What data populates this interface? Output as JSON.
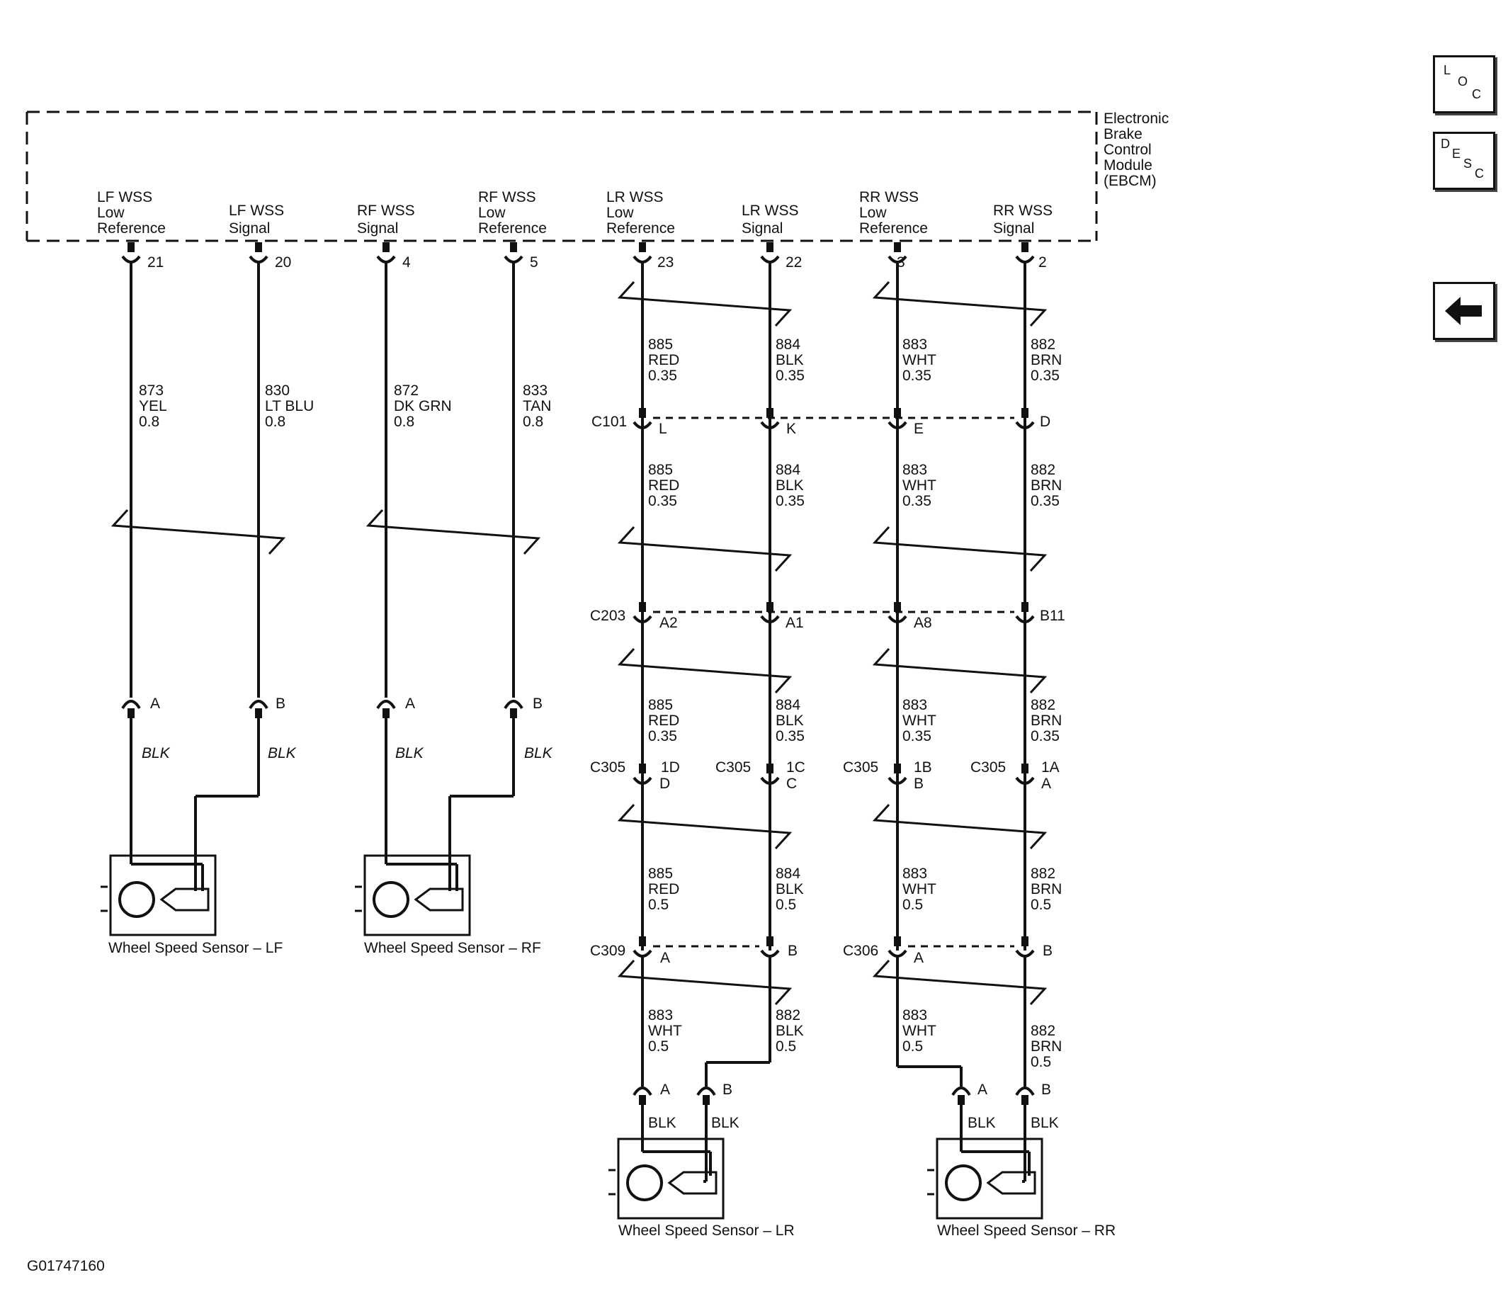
{
  "module": {
    "name_lines": [
      "Electronic",
      "Brake",
      "Control",
      "Module",
      "(EBCM)"
    ]
  },
  "terminals": [
    {
      "lines": [
        "LF WSS",
        "Low",
        "Reference"
      ],
      "pin": "21"
    },
    {
      "lines": [
        "LF WSS",
        "Signal"
      ],
      "pin": "20"
    },
    {
      "lines": [
        "RF WSS",
        "Signal"
      ],
      "pin": "4"
    },
    {
      "lines": [
        "RF WSS",
        "Low",
        "Reference"
      ],
      "pin": "5"
    },
    {
      "lines": [
        "LR WSS",
        "Low",
        "Reference"
      ],
      "pin": "23"
    },
    {
      "lines": [
        "LR WSS",
        "Signal"
      ],
      "pin": "22"
    },
    {
      "lines": [
        "RR WSS",
        "Low",
        "Reference"
      ],
      "pin": "3"
    },
    {
      "lines": [
        "RR WSS",
        "Signal"
      ],
      "pin": "2"
    }
  ],
  "front_wires": [
    {
      "circuit": "873",
      "color": "YEL",
      "gauge": "0.8"
    },
    {
      "circuit": "830",
      "color": "LT BLU",
      "gauge": "0.8"
    },
    {
      "circuit": "872",
      "color": "DK GRN",
      "gauge": "0.8"
    },
    {
      "circuit": "833",
      "color": "TAN",
      "gauge": "0.8"
    }
  ],
  "front_connectors": {
    "pins": [
      "A",
      "B",
      "A",
      "B"
    ],
    "lead": "BLK"
  },
  "rear_segments": [
    [
      {
        "circuit": "885",
        "color": "RED",
        "gauge": "0.35"
      },
      {
        "circuit": "884",
        "color": "BLK",
        "gauge": "0.35"
      },
      {
        "circuit": "883",
        "color": "WHT",
        "gauge": "0.35"
      },
      {
        "circuit": "882",
        "color": "BRN",
        "gauge": "0.35"
      }
    ],
    [
      {
        "circuit": "885",
        "color": "RED",
        "gauge": "0.35"
      },
      {
        "circuit": "884",
        "color": "BLK",
        "gauge": "0.35"
      },
      {
        "circuit": "883",
        "color": "WHT",
        "gauge": "0.35"
      },
      {
        "circuit": "882",
        "color": "BRN",
        "gauge": "0.35"
      }
    ],
    [
      {
        "circuit": "885",
        "color": "RED",
        "gauge": "0.35"
      },
      {
        "circuit": "884",
        "color": "BLK",
        "gauge": "0.35"
      },
      {
        "circuit": "883",
        "color": "WHT",
        "gauge": "0.35"
      },
      {
        "circuit": "882",
        "color": "BRN",
        "gauge": "0.35"
      }
    ],
    [
      {
        "circuit": "885",
        "color": "RED",
        "gauge": "0.5"
      },
      {
        "circuit": "884",
        "color": "BLK",
        "gauge": "0.5"
      },
      {
        "circuit": "883",
        "color": "WHT",
        "gauge": "0.5"
      },
      {
        "circuit": "882",
        "color": "BRN",
        "gauge": "0.5"
      }
    ],
    [
      {
        "circuit": "883",
        "color": "WHT",
        "gauge": "0.5"
      },
      {
        "circuit": "882",
        "color": "BLK",
        "gauge": "0.5"
      },
      {
        "circuit": "883",
        "color": "WHT",
        "gauge": "0.5"
      },
      {
        "circuit": "882",
        "color": "BRN",
        "gauge": "0.5"
      }
    ]
  ],
  "connectors": {
    "c101": {
      "name": "C101",
      "pins": [
        "L",
        "K",
        "E",
        "D"
      ]
    },
    "c203": {
      "name": "C203",
      "pins": [
        "A2",
        "A1",
        "A8",
        "B11"
      ]
    },
    "c305": {
      "name": "C305",
      "pins_top": [
        "1D",
        "1C",
        "1B",
        "1A"
      ],
      "pins_bottom": [
        "D",
        "C",
        "B",
        "A"
      ]
    },
    "c309": {
      "name": "C309",
      "pins": [
        "A",
        "B"
      ]
    },
    "c306": {
      "name": "C306",
      "pins": [
        "A",
        "B"
      ]
    }
  },
  "rear_sensor_connectors": {
    "pins": [
      "A",
      "B",
      "A",
      "B"
    ],
    "lead": "BLK"
  },
  "sensors": [
    "Wheel Speed Sensor – LF",
    "Wheel Speed Sensor – RF",
    "Wheel Speed Sensor – LR",
    "Wheel Speed Sensor – RR"
  ],
  "figure_id": "G01747160",
  "nav": {
    "loc": [
      "L",
      "O",
      "C"
    ],
    "desc": [
      "D",
      "E",
      "S",
      "C"
    ]
  }
}
